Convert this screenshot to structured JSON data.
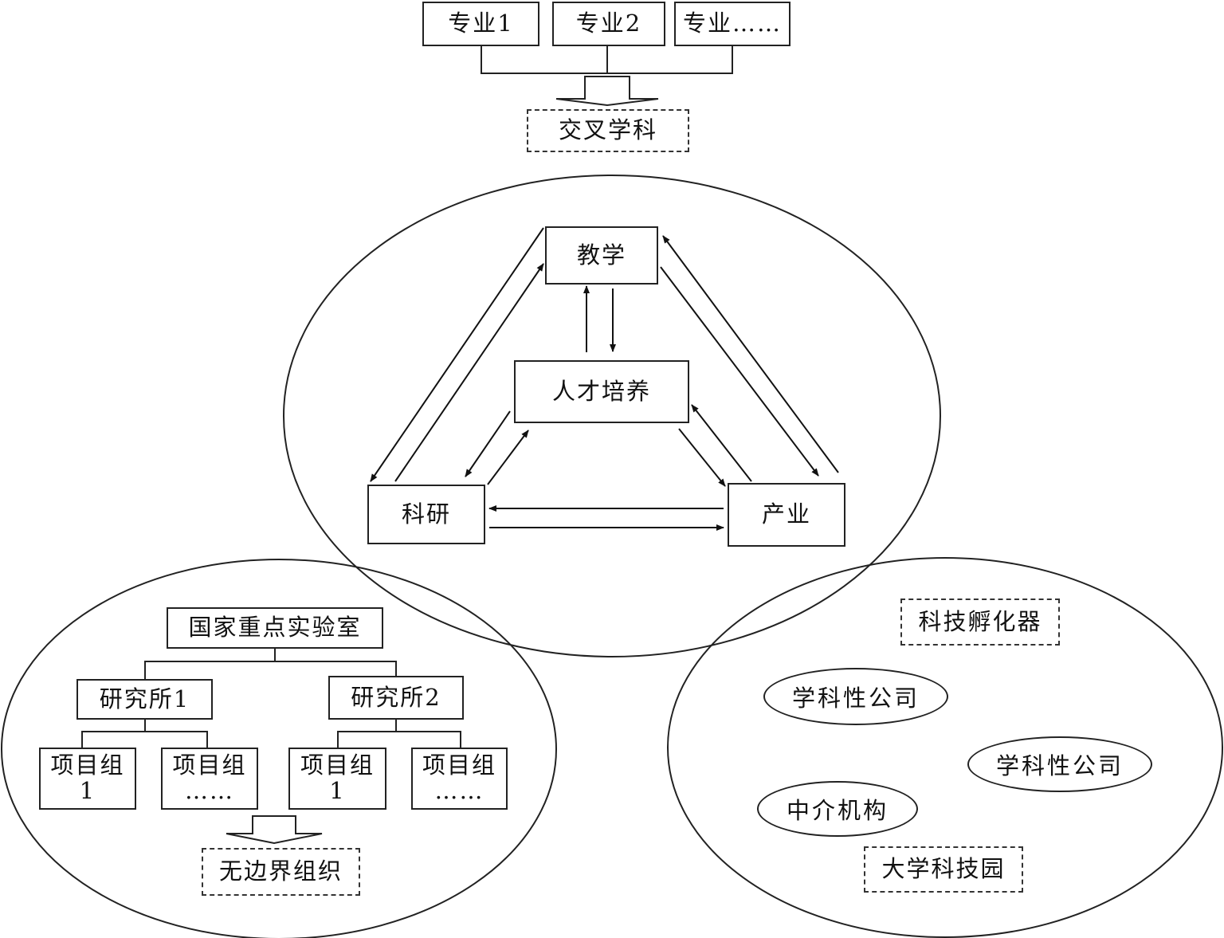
{
  "top": {
    "majors": [
      "专业1",
      "专业2",
      "专业……"
    ],
    "interdisciplinary": "交叉学科"
  },
  "center": {
    "teaching": "教学",
    "talent": "人才培养",
    "research": "科研",
    "industry": "产业"
  },
  "left": {
    "lab": "国家重点实验室",
    "institute1": "研究所1",
    "institute2": "研究所2",
    "groups": [
      "项目组\n1",
      "项目组\n……",
      "项目组\n1",
      "项目组\n……"
    ],
    "boundaryless": "无边界组织"
  },
  "right": {
    "incubator": "科技孵化器",
    "company1": "学科性公司",
    "company2": "学科性公司",
    "intermediary": "中介机构",
    "park": "大学科技园"
  },
  "colors": {
    "stroke": "#222222",
    "background": "#ffffff"
  }
}
